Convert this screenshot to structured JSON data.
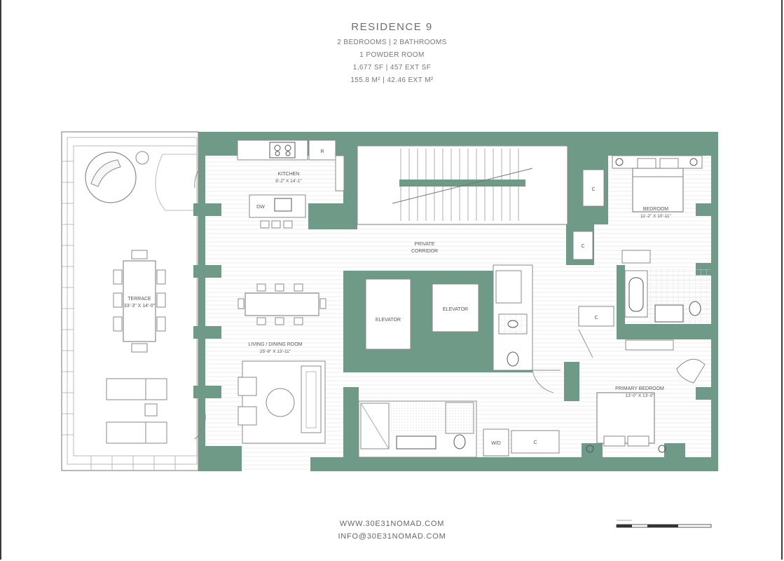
{
  "header": {
    "title": "RESIDENCE 9",
    "lines": [
      "2 BEDROOMS | 2 BATHROOMS",
      "1 POWDER ROOM",
      "1,677 SF | 457 EXT SF",
      "155.8 M² | 42.46 EXT M²"
    ]
  },
  "rooms": {
    "kitchen": {
      "name": "KITCHEN",
      "dims": "8'-2\" X 14'-1\""
    },
    "bedroom": {
      "name": "BEDROOM",
      "dims": "11'-2\" X 10'-11\""
    },
    "corridor": {
      "name1": "PRIVATE",
      "name2": "CORRIDOR"
    },
    "terrace": {
      "name": "TERRACE",
      "dims": "33'-3\" X 14'-0\""
    },
    "living": {
      "name": "LIVING / DINING ROOM",
      "dims": "25'-8\" X 13'-11\""
    },
    "primary": {
      "name": "PRIMARY BEDROOM",
      "dims": "13'-0\" X 13'-0\""
    }
  },
  "labels": {
    "dw": "DW",
    "refrigerator": "R",
    "closet": "C",
    "wd": "W/D",
    "elevator1": "ELEVATOR",
    "elevator2": "ELEVATOR"
  },
  "footer": {
    "website": "WWW.30E31NOMAD.COM",
    "email": "INFO@30E31NOMAD.COM"
  },
  "colors": {
    "wall": "#6f9a87",
    "line": "#8a8a8a",
    "hatch": "#e6e6e6"
  }
}
